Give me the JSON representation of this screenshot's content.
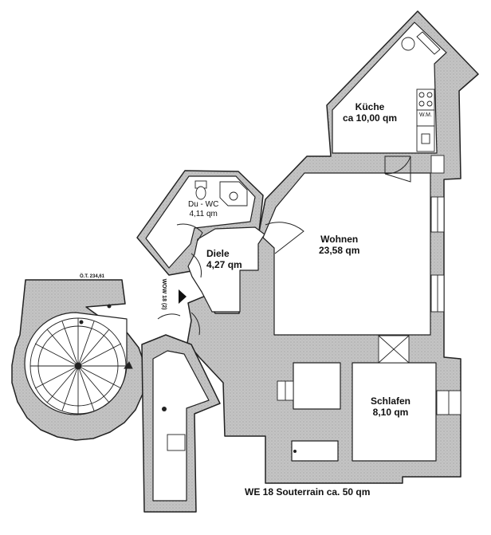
{
  "rooms": {
    "kueche": {
      "name": "Küche",
      "area": "ca 10,00 qm"
    },
    "duwc": {
      "name": "Du - WC",
      "area": "4,11 qm"
    },
    "diele": {
      "name": "Diele",
      "area": "4,27 qm"
    },
    "wohnen": {
      "name": "Wohnen",
      "area": "23,58 qm"
    },
    "schlafen": {
      "name": "Schlafen",
      "area": "8,10 qm"
    }
  },
  "fixtures": {
    "washing_machine": "W.M.",
    "entrance_marker": "WOW 18 (2)",
    "stair_plate": "Ö.T. 234,61"
  },
  "caption": "WE 18 Souterrain ca. 50 qm",
  "colors": {
    "wall_fill": "#c8c8c8",
    "wall_stroke": "#222222",
    "floor": "#ffffff"
  }
}
